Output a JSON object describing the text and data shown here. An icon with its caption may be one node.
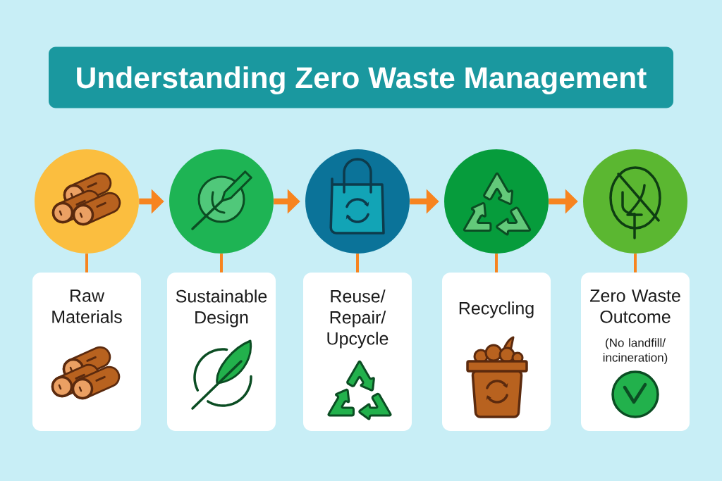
{
  "diagram": {
    "title": "Understanding Zero Waste Management",
    "nodes": [
      {
        "text": [],
        "shape": "circle"
      },
      {
        "text": [],
        "shape": "circle"
      },
      {
        "text": [],
        "shape": "circle"
      },
      {
        "text": [],
        "shape": "circle"
      },
      {
        "text": [],
        "shape": "circle"
      },
      {
        "text": [
          "Raw Materials"
        ]
      },
      {
        "text": [
          "Sustainable Design"
        ]
      },
      {
        "text": [
          "Reuse/ Repair/ Upcycle"
        ]
      },
      {
        "text": [
          "Recycling"
        ]
      },
      {
        "text": [
          "Zero Waste Outcome",
          "(No landfill/ incineration)"
        ]
      }
    ],
    "edges": [
      {
        "from": 0,
        "to": 1,
        "arrow": "to",
        "style": "thick"
      },
      {
        "from": 1,
        "to": 2,
        "arrow": "to",
        "style": "thick"
      },
      {
        "from": 2,
        "to": 3,
        "arrow": "to",
        "style": "thick"
      },
      {
        "from": 3,
        "to": 4,
        "arrow": "to",
        "style": "thick"
      },
      {
        "from": 0,
        "to": 5,
        "arrow": "none"
      },
      {
        "from": 1,
        "to": 6,
        "arrow": "none"
      },
      {
        "from": 2,
        "to": 7,
        "arrow": "none"
      },
      {
        "from": 3,
        "to": 8,
        "arrow": "none"
      },
      {
        "from": 4,
        "to": 9,
        "arrow": "none"
      }
    ]
  }
}
